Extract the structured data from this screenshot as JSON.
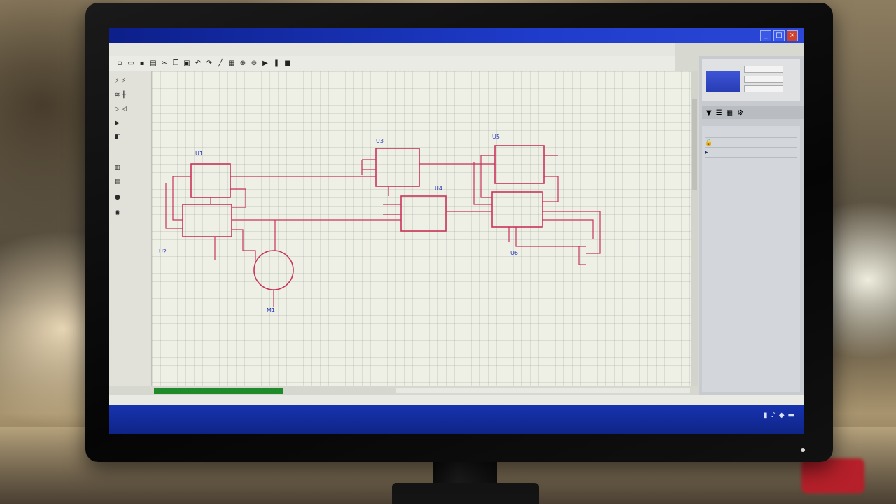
{
  "window": {
    "title": "",
    "controls": [
      "_",
      "□",
      "×"
    ]
  },
  "menu": [],
  "toolbar": {
    "icons": [
      "new-icon",
      "open-icon",
      "save-icon",
      "print-icon",
      "cut-icon",
      "copy-icon",
      "paste-icon",
      "undo-icon",
      "redo-icon",
      "wire-icon",
      "component-icon",
      "zoom-in-icon",
      "zoom-out-icon",
      "run-icon",
      "pause-icon",
      "stop-icon"
    ],
    "zoom_text": ""
  },
  "palette": {
    "items": []
  },
  "schematic": {
    "components": [
      {
        "id": "U1",
        "label": "U1"
      },
      {
        "id": "U2",
        "label": "U2"
      },
      {
        "id": "U3",
        "label": "U3"
      },
      {
        "id": "U4",
        "label": "U4"
      },
      {
        "id": "U5",
        "label": "U5"
      },
      {
        "id": "U6",
        "label": "U6"
      },
      {
        "id": "M1",
        "label": "M1"
      }
    ]
  },
  "right_panel": {
    "list_items": []
  },
  "status": {
    "left_text": "",
    "right_text": "",
    "progress": 0.23
  },
  "taskbar": {
    "clock": ""
  },
  "colors": {
    "title_bar": "#1e3bc9",
    "wire": "#c8345a",
    "label": "#2a38b8",
    "progress": "#1f8a2a"
  }
}
